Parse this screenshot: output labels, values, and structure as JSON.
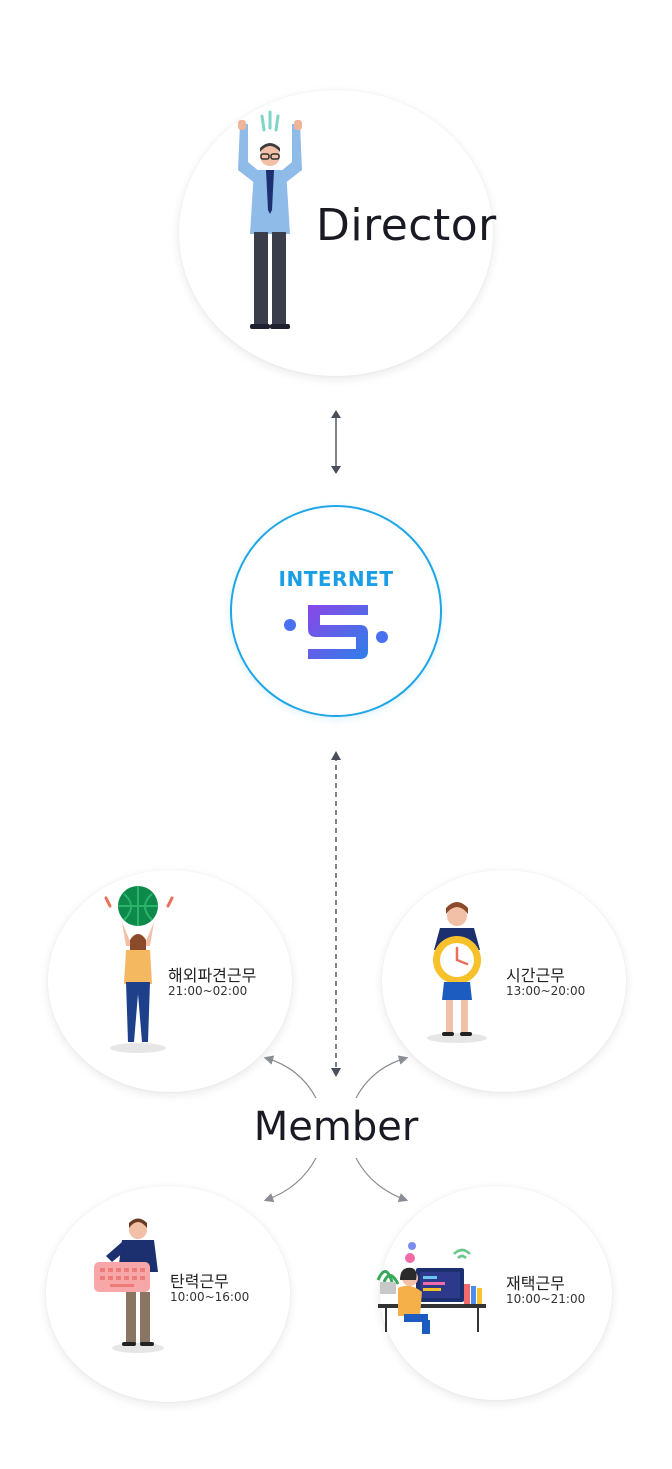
{
  "director": {
    "label": "Director",
    "icon": "director-person-icon"
  },
  "internet": {
    "label": "INTERNET",
    "icon": "s-logo-icon",
    "border_color": "#1ea6e6",
    "text_color": "#1a9ee6"
  },
  "member": {
    "label": "Member"
  },
  "work_types": [
    {
      "title": "해외파견근무",
      "time": "21:00~02:00",
      "icon": "globe-woman-icon"
    },
    {
      "title": "시간근무",
      "time": "13:00~20:00",
      "icon": "clock-woman-icon"
    },
    {
      "title": "탄력근무",
      "time": "10:00~16:00",
      "icon": "keyboard-man-icon"
    },
    {
      "title": "재택근무",
      "time": "10:00~21:00",
      "icon": "home-office-woman-icon"
    }
  ]
}
